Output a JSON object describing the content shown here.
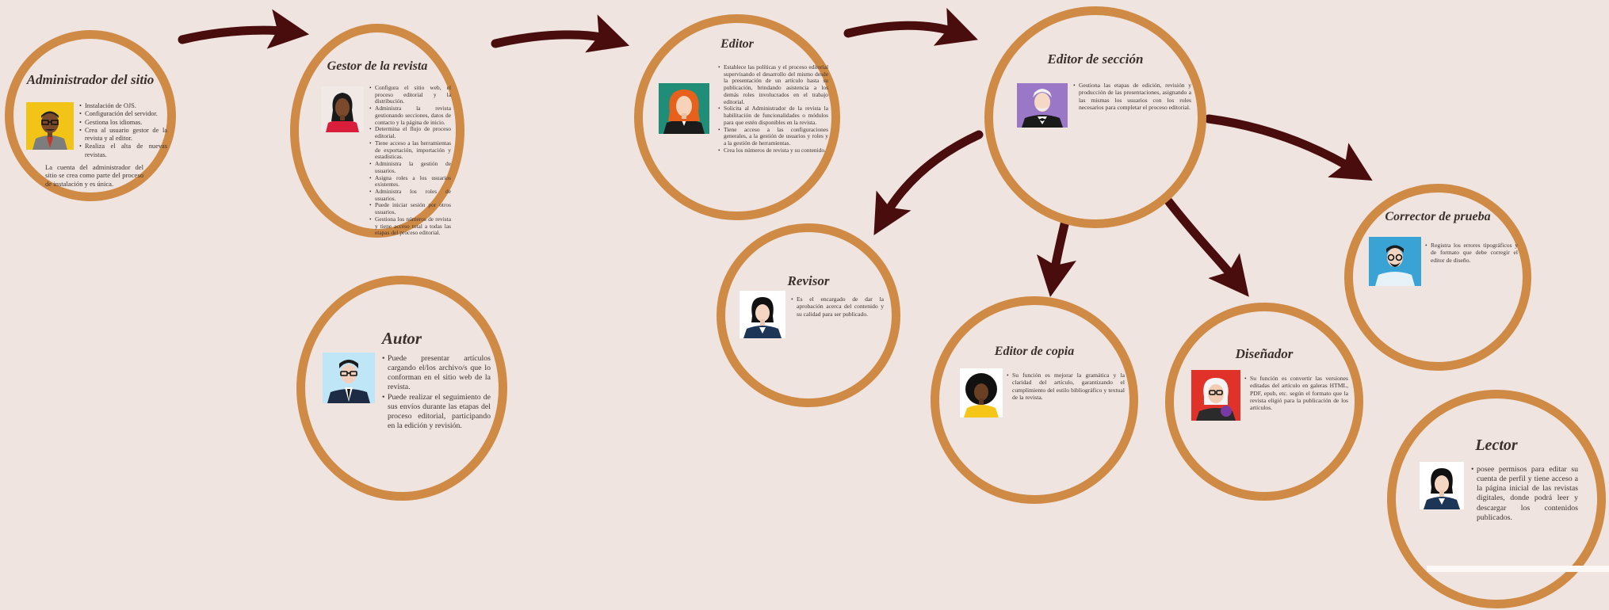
{
  "roles": {
    "admin": {
      "title": "Administrador del sitio",
      "items": [
        "Instalación de OJS.",
        "Configuración del servidor.",
        "Gestiona los idiomas.",
        "Crea al usuario gestor de la revista y al editor.",
        "Realiza el alta de nuevas revistas."
      ],
      "note": "La cuenta del administrador del sitio se crea como parte del proceso de instalación y es única."
    },
    "gestor": {
      "title": "Gestor de la revista",
      "items": [
        "Configura el sitio web, el proceso editorial y la distribución.",
        "Administra la revista gestionando secciones, datos de contacto y la página de inicio.",
        "Determina el flujo de proceso editorial.",
        "Tiene acceso a las herramientas de exportación, importación y estadísticas.",
        "Administra la gestión de usuarios.",
        "Asigna roles a los usuarios existentes.",
        "Administra los roles de usuarios.",
        "Puede iniciar sesión por otros usuarios.",
        "Gestiona los números de revista y tiene acceso total a todas las etapas del proceso editorial."
      ]
    },
    "editor": {
      "title": "Editor",
      "items": [
        "Establece las políticas y el proceso editorial supervisando el desarrollo del mismo desde la presentación de un artículo hasta su publicación, brindando asistencia a los demás roles involucrados en el trabajo editorial.",
        "Solicita al Administrador de la revista la habilitación de funcionalidades o módulos para que estén disponibles en la revista.",
        "Tiene acceso a las configuraciones generales, a la gestión de usuarios y roles y a la gestión de herramientas.",
        "Crea los números de revista y su contenido."
      ]
    },
    "seccion": {
      "title": "Editor de sección",
      "items": [
        "Gestiona las etapas de edición, revisión y producción de las presentaciones, asignando a las mismas los usuarios con los roles necesarios para completar el proceso editorial."
      ]
    },
    "corrector": {
      "title": "Corrector de prueba",
      "items": [
        "Registra los errores tipográficos y de formato que debe corregir el editor de diseño."
      ]
    },
    "revisor": {
      "title": "Revisor",
      "items": [
        "Es el encargado de dar la aprobación acerca del contenido y su calidad para ser publicado."
      ]
    },
    "copia": {
      "title": "Editor de copia",
      "items": [
        "Su función es mejorar la gramática y la claridad del artículo, garantizando el cumplimiento del estilo bibliográfico y textual de la revista."
      ]
    },
    "disenador": {
      "title": "Diseñador",
      "items": [
        "Su función es convertir las versiones editadas del artículo en galeras HTML, PDF, epub, etc. según el formato que la revista eligió para la publicación de los artículos."
      ]
    },
    "autor": {
      "title": "Autor",
      "items": [
        "Puede presentar artículos cargando el/los archivo/s que lo conforman en el sitio web de la revista.",
        "Puede realizar el seguimiento de sus envíos durante las etapas del proceso editorial, participando en la edición y revisión."
      ]
    },
    "lector": {
      "title": "Lector",
      "items": [
        "posee permisos para editar su cuenta de perfil y tiene acceso a la página inicial de las revistas digitales, donde podrá leer y descargar los contenidos publicados."
      ]
    }
  },
  "colors": {
    "ring": "#cf8a45",
    "arrow": "#4a0d0d",
    "background": "#efe4df"
  }
}
